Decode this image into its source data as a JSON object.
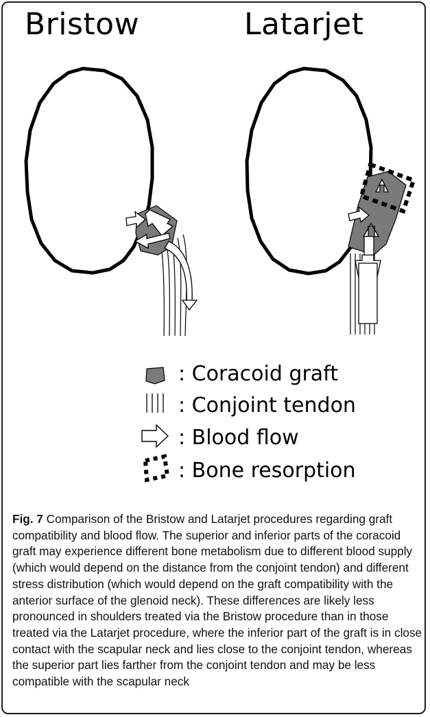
{
  "panels": {
    "left_title": "Bristow",
    "right_title": "Latarjet"
  },
  "legend": {
    "items": [
      {
        "icon": "coracoid-graft-icon",
        "label": ": Coracoid graft"
      },
      {
        "icon": "conjoint-tendon-icon",
        "label": ": Conjoint tendon"
      },
      {
        "icon": "blood-flow-arrow-icon",
        "label": ": Blood flow"
      },
      {
        "icon": "bone-resorption-icon",
        "label": ": Bone resorption"
      }
    ]
  },
  "colors": {
    "graft": "#7a7a7a",
    "outline": "#000000"
  },
  "caption": {
    "label": "Fig. 7",
    "text": " Comparison of the Bristow and Latarjet procedures regarding graft compatibility and blood flow. The superior and inferior parts of the coracoid graft may experience different bone metabolism due to different blood supply (which would depend on the distance from the conjoint tendon) and different stress distribution (which would depend on the graft compatibility with the anterior surface of the glenoid neck). These differences are likely less pronounced in shoulders treated via the Bristow procedure than in those treated via the Latarjet procedure, where the inferior part of the graft is in close contact with the scapular neck and lies close to the conjoint tendon, whereas the superior part lies farther from the conjoint tendon and may be less compatible with the scapular neck"
  }
}
